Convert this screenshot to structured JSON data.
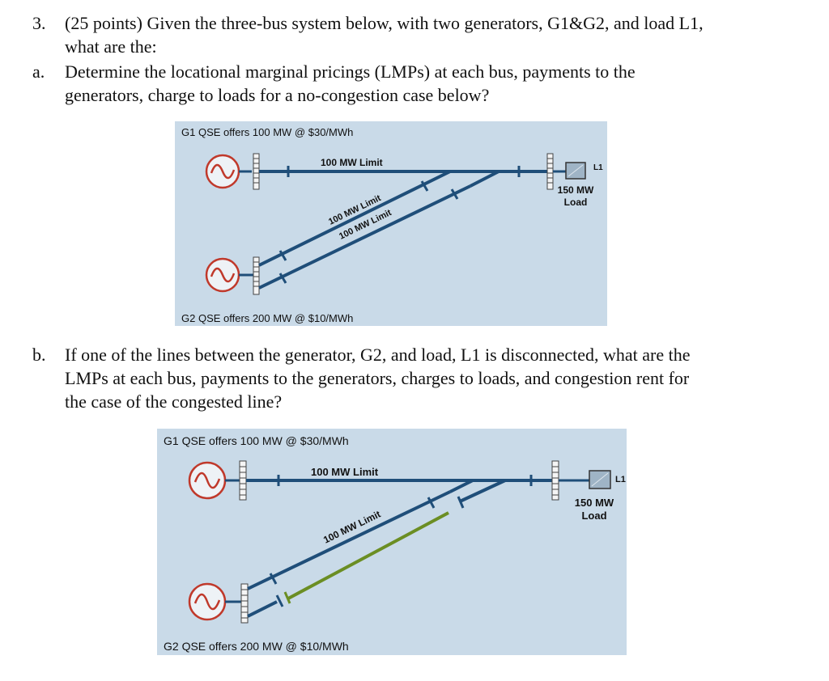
{
  "question": {
    "number": "3.",
    "text_line1": "(25 points) Given the three-bus system below, with two generators, G1&G2, and load L1,",
    "text_line2": "what are the:"
  },
  "part_a": {
    "marker": "a.",
    "text_line1": "Determine the locational marginal pricings (LMPs) at each bus, payments to the",
    "text_line2": "generators, charge to loads for a no-congestion case below?"
  },
  "part_b": {
    "marker": "b.",
    "text_line1": "If one of the lines between the generator, G2, and load, L1 is disconnected, what are the",
    "text_line2": "LMPs at each bus, payments to the generators, charges to loads, and congestion rent for",
    "text_line3": "the case of the congested line?"
  },
  "diagram_a": {
    "g1_offer": "G1 QSE offers 100 MW @ $30/MWh",
    "g2_offer": "G2 QSE offers 200 MW @ $10/MWh",
    "top_line_limit": "100 MW Limit",
    "diag_limit_1": "100 MW Limit",
    "diag_limit_2": "100 MW Limit",
    "load_tag": "L1",
    "load_mw": "150 MW",
    "load_word": "Load"
  },
  "diagram_b": {
    "g1_offer": "G1 QSE offers 100 MW @ $30/MWh",
    "g2_offer": "G2 QSE offers 200 MW @ $10/MWh",
    "top_line_limit": "100 MW Limit",
    "diag_limit_1": "100 MW Limit",
    "load_tag": "L1",
    "load_mw": "150 MW",
    "load_word": "Load"
  },
  "colors": {
    "diagram_bg": "#c9dae8",
    "line": "#1f4e79",
    "disconnected_line": "#6b8e23",
    "generator_ring": "#c0392b"
  },
  "icons": [
    "generator-icon",
    "breaker-icon",
    "load-box-icon"
  ]
}
